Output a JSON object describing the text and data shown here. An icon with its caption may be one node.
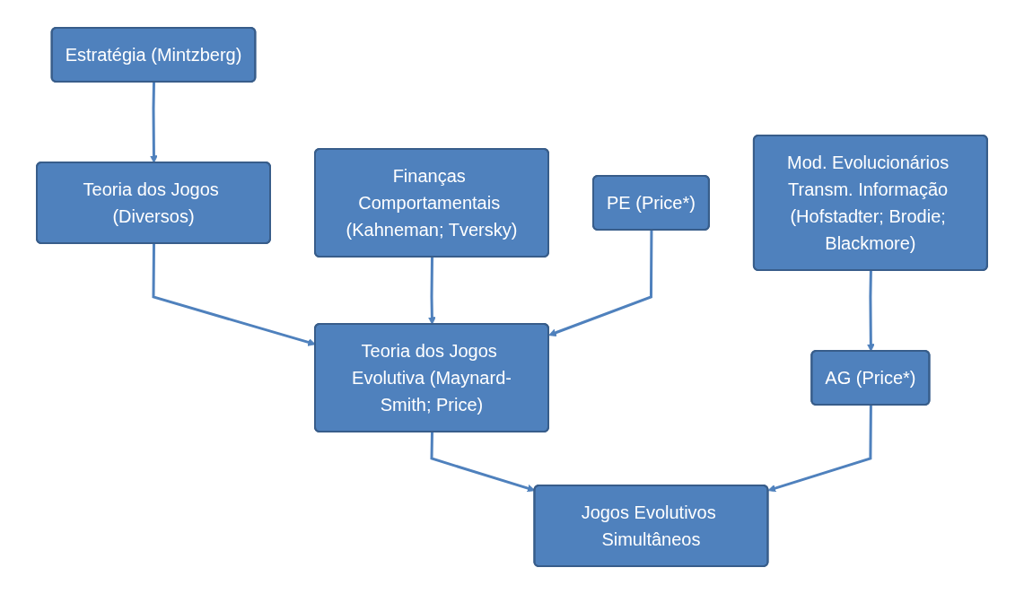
{
  "diagram": {
    "nodes": [
      {
        "text": [
          "Estratégia (Mintzberg)"
        ]
      },
      {
        "text": [
          "Teoria dos Jogos (Diversos)"
        ]
      },
      {
        "text": [
          "Finanças Comportamentais (Kahneman; Tversky)"
        ]
      },
      {
        "text": [
          "Mod. Evolucionários Transm. Informação (Hofstadter; Brodie; Blackmore)"
        ]
      },
      {
        "text": [
          "Teoria dos Jogos Evolutiva (Maynard-Smith; Price)"
        ]
      },
      {
        "text": [
          "PE (Price*)"
        ]
      },
      {
        "text": [
          "AG (Price*)"
        ]
      },
      {
        "text": [
          "Jogos Evolutivos Simultâneos"
        ]
      }
    ],
    "edges": [
      {
        "from": 0,
        "to": 1,
        "arrow": "to"
      },
      {
        "from": 1,
        "to": 4,
        "arrow": "to"
      },
      {
        "from": 2,
        "to": 4,
        "arrow": "to"
      },
      {
        "from": 5,
        "to": 4,
        "arrow": "to"
      },
      {
        "from": 3,
        "to": 6,
        "arrow": "to"
      },
      {
        "from": 4,
        "to": 7,
        "arrow": "to"
      },
      {
        "from": 6,
        "to": 7,
        "arrow": "to"
      }
    ]
  }
}
